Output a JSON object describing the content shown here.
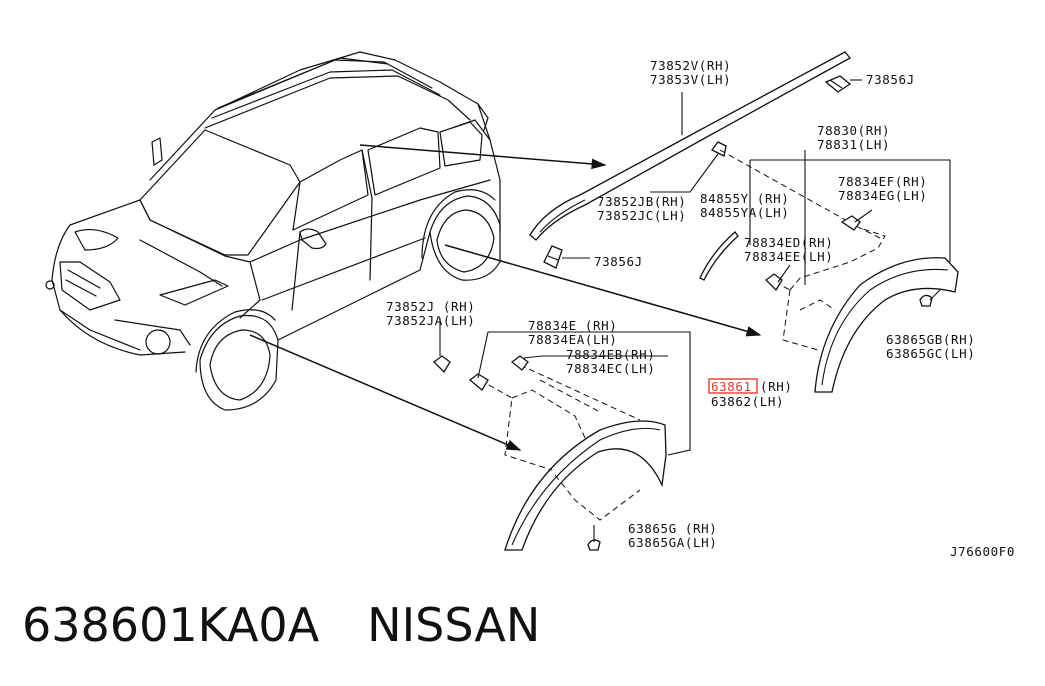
{
  "labels": {
    "l1a": "73852V(RH)",
    "l1b": "73853V(LH)",
    "l2": "73856J",
    "l3a": "78830(RH)",
    "l3b": "78831(LH)",
    "l4a": "78834EF(RH)",
    "l4b": "78834EG(LH)",
    "l5a": "73852JB(RH)",
    "l5b": "73852JC(LH)",
    "l6a": "84855Y (RH)",
    "l6b": "84855YA(LH)",
    "l7a": "78834ED(RH)",
    "l7b": "78834EE(LH)",
    "l8": "73856J",
    "l9a": "73852J (RH)",
    "l9b": "73852JA(LH)",
    "l10a": "78834E (RH)",
    "l10b": "78834EA(LH)",
    "l11a": "78834EB(RH)",
    "l11b": "78834EC(LH)",
    "l12a_hl": "63861",
    "l12a_rest": "(RH)",
    "l12b": "63862(LH)",
    "l13a": "63865GB(RH)",
    "l13b": "63865GC(LH)",
    "l14a": "63865G (RH)",
    "l14b": "63865GA(LH)",
    "code": "J76600F0"
  },
  "caption": {
    "part_number": "638601KA0A",
    "brand": "NISSAN"
  },
  "colors": {
    "highlight": "#e8392b"
  }
}
